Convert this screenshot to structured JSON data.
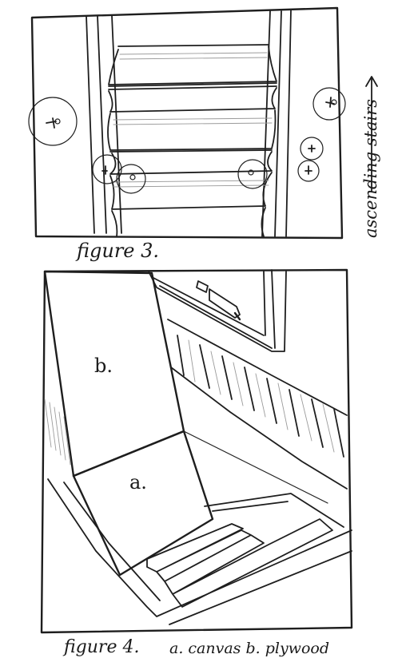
{
  "figure3": {
    "caption": "figure 3.",
    "side_label": "ascending stairs"
  },
  "figure4": {
    "caption": "figure 4.",
    "legend": "a. canvas  b. plywood",
    "label_a": "a.",
    "label_b": "b."
  }
}
